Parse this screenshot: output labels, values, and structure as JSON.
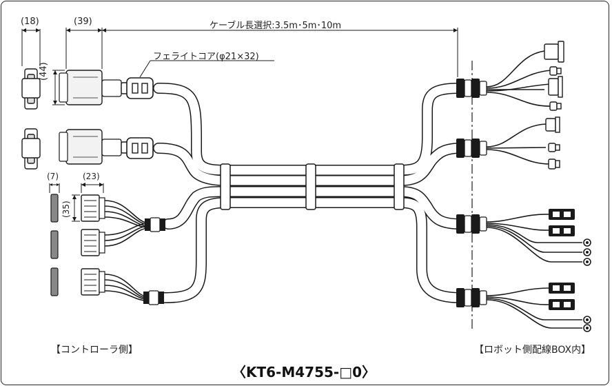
{
  "dimensions": {
    "d18": "(18)",
    "d39": "(39)",
    "d44": "(44)",
    "d7": "(7)",
    "d23": "(23)",
    "d35": "(35)"
  },
  "cable_length": "ケーブル長選択:3.5m･5m･10m",
  "ferrite": "フェライトコア(φ21×32)",
  "controller_side": "【コントローラ側】",
  "robot_side": "【ロボット側配線BOX内】",
  "model": "〈KT6-M4755-□0〉",
  "colors": {
    "line": "#1a1a1a",
    "cable_fill": "#ffffff",
    "connector_fill": "#f2f2f2",
    "frame": "#222222"
  }
}
